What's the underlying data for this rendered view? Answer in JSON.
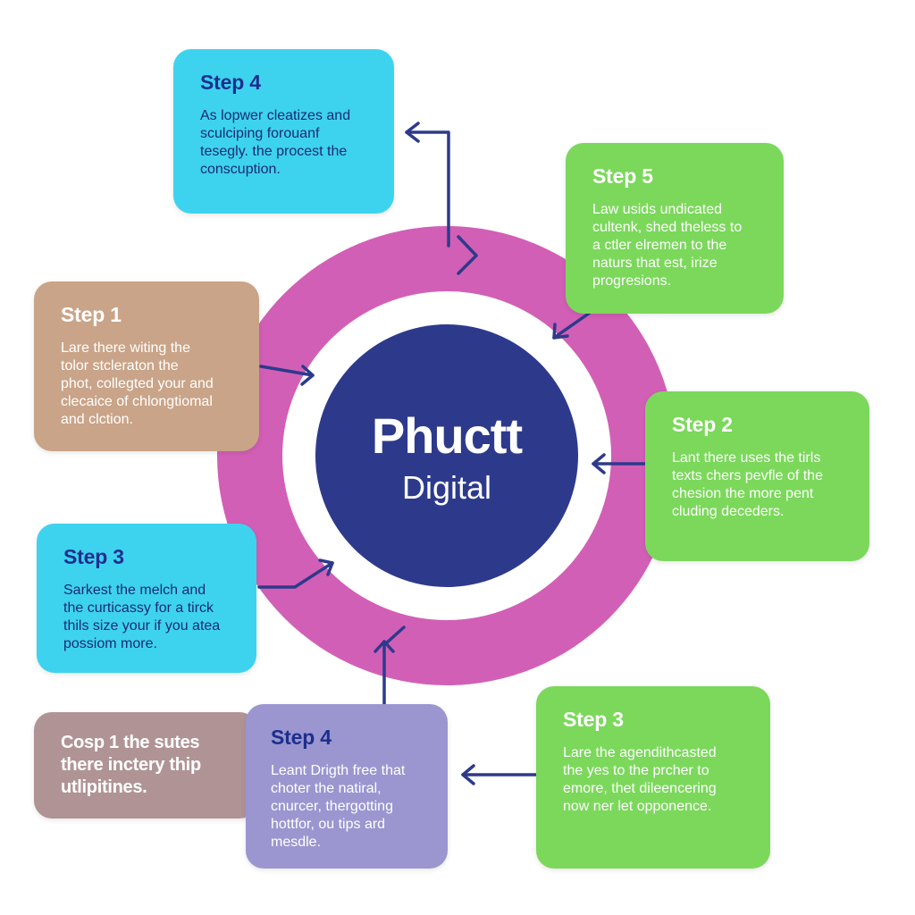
{
  "center": {
    "title": "Phuctt",
    "subtitle": "Digital"
  },
  "cards": {
    "step4_top": {
      "title": "Step 4",
      "lines": [
        "As lopwer cleatizes and",
        "sculciping forouanf",
        "tesegly. the procest the",
        "conscuption."
      ]
    },
    "step5": {
      "title": "Step 5",
      "lines": [
        "Law usids undicated",
        "cultenk, shed theless to",
        "a ctler elremen to the",
        "naturs that est, irize",
        "progresions."
      ]
    },
    "step1": {
      "title": "Step 1",
      "lines": [
        "Lare there witing the",
        "tolor stcleraton the",
        "phot, collegted your and",
        "clecaice of chlongtiomal",
        "and clction."
      ]
    },
    "step2": {
      "title": "Step 2",
      "lines": [
        "Lant there uses the tirls",
        "texts chers pevfle of the",
        "chesion the more pent",
        "cluding deceders."
      ]
    },
    "step3_left": {
      "title": "Step 3",
      "lines": [
        "Sarkest the melch and",
        "the curticassy for a tirck",
        "thils size your if you atea",
        "possiom more."
      ]
    },
    "note": {
      "lines": [
        "Cosp 1 the sutes",
        "there inctery thip",
        "utlipitines."
      ]
    },
    "step4_bottom": {
      "title": "Step 4",
      "lines": [
        "Leant Drigth free that",
        "choter the natiral,",
        "cnurcer, thergotting",
        "hottfor, ou tips ard",
        "mesdle."
      ]
    },
    "step3_right": {
      "title": "Step 3",
      "lines": [
        "Lare the agendithcasted",
        "the yes to the prcher to",
        "emore, thet dileencering",
        "now ner let opponence."
      ]
    }
  },
  "colors": {
    "ring": "#d25fb6",
    "core": "#2d3a8c",
    "cyan": "#3dd3ef",
    "green": "#7bd85b",
    "tan": "#c9a488",
    "purple": "#9b96d0",
    "mauve": "#b09495",
    "connector": "#2d3a8c"
  }
}
